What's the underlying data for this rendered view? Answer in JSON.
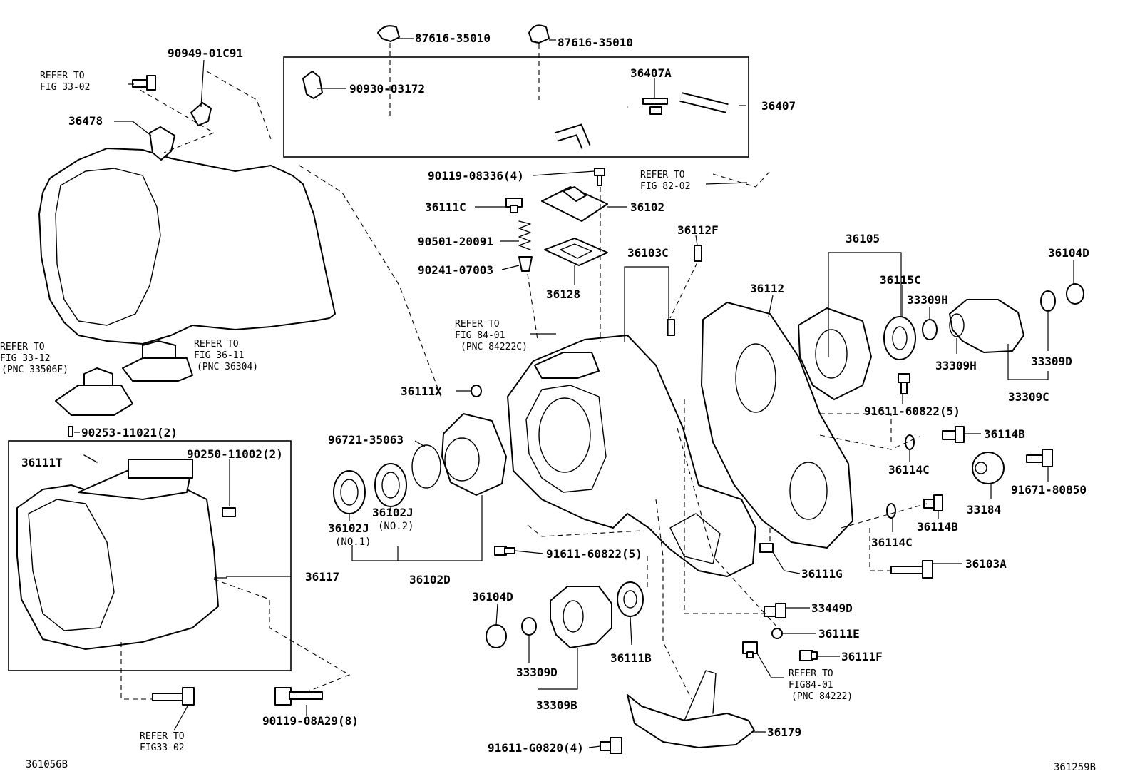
{
  "labels": {
    "p_87616_35010_a": "87616-35010",
    "p_87616_35010_b": "87616-35010",
    "p_90949_01c91": "90949-01C91",
    "p_90930_03172": "90930-03172",
    "p_36407a": "36407A",
    "p_36407": "36407",
    "p_36478": "36478",
    "p_90119_08336": "90119-08336(4)",
    "p_36111c": "36111C",
    "p_36102": "36102",
    "p_90501_20091": "90501-20091",
    "p_90241_07003": "90241-07003",
    "p_36128": "36128",
    "p_36112f": "36112F",
    "p_36103c": "36103C",
    "p_36105": "36105",
    "p_36104d_a": "36104D",
    "p_36112": "36112",
    "p_36115c": "36115C",
    "p_33309h_a": "33309H",
    "p_33309h_b": "33309H",
    "p_33309d_a": "33309D",
    "p_33309c": "33309C",
    "p_36111x": "36111X",
    "p_91611_60822_a": "91611-60822(5)",
    "p_96721_35063": "96721-35063",
    "p_36114b_a": "36114B",
    "p_36114c_a": "36114C",
    "p_91671_80850": "91671-80850",
    "p_33184": "33184",
    "p_36114b_b": "36114B",
    "p_36114c_b": "36114C",
    "p_36103a": "36103A",
    "p_90253_11021": "90253-11021(2)",
    "p_36111t": "36111T",
    "p_90250_11002": "90250-11002(2)",
    "p_36102j_a": "36102J",
    "p_no1": "(NO.1)",
    "p_36102j_b": "36102J",
    "p_no2": "(NO.2)",
    "p_36102d": "36102D",
    "p_36117": "36117",
    "p_91611_60822_b": "91611-60822(5)",
    "p_36111g": "36111G",
    "p_36104d_b": "36104D",
    "p_33309d_b": "33309D",
    "p_33309b": "33309B",
    "p_36111b": "36111B",
    "p_33449d": "33449D",
    "p_36111e": "36111E",
    "p_36111f": "36111F",
    "p_90119_08a29": "90119-08A29(8)",
    "p_36179": "36179",
    "p_91611_g0820": "91611-G0820(4)"
  },
  "refs": {
    "r1_l1": "REFER TO",
    "r1_l2": "FIG 33-02",
    "r2_l1": "REFER TO",
    "r2_l2": "FIG 82-02",
    "r3_l1": "REFER TO",
    "r3_l2": "FIG 84-01",
    "r3_l3": "(PNC 84222C)",
    "r4_l1": "REFER TO",
    "r4_l2": "FIG 33-12",
    "r4_l3": "(PNC 33506F)",
    "r5_l1": "REFER TO",
    "r5_l2": "FIG 36-11",
    "r5_l3": "(PNC 36304)",
    "r6_l1": "REFER TO",
    "r6_l2": "FIG84-01",
    "r6_l3": "(PNC 84222)",
    "r7_l1": "REFER TO",
    "r7_l2": "FIG33-02"
  },
  "codes": {
    "left": "361056B",
    "right": "361259B"
  }
}
